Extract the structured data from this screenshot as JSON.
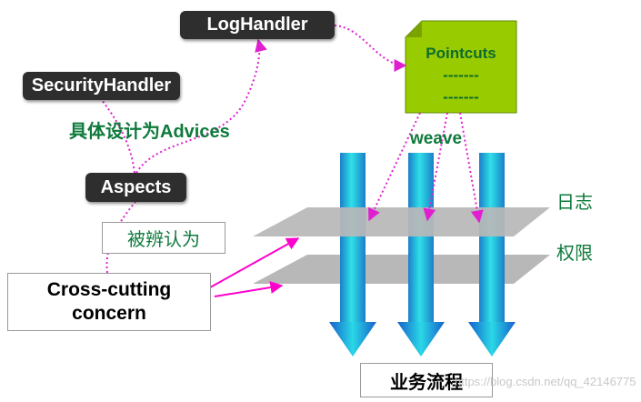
{
  "boxes": {
    "log_handler": "LogHandler",
    "security_handler": "SecurityHandler",
    "aspects": "Aspects",
    "pointcuts_title": "Pointcuts",
    "pointcuts_line1": "-------",
    "pointcuts_line2": "-------",
    "cross_cutting_line1": "Cross-cutting",
    "cross_cutting_line2": "concern",
    "business_flow": "业务流程"
  },
  "labels": {
    "advices": "具体设计为Advices",
    "identified_as": "被辨认为",
    "weave": "weave",
    "log_layer": "日志",
    "permission_layer": "权限"
  },
  "watermark": "https://blog.csdn.net/qq_42146775",
  "colors": {
    "dark_box": "#2e2e2e",
    "pointcuts_fill": "#99cc00",
    "label_green": "#0e7a3c",
    "dotted_connector": "#e020d0",
    "arrow_magenta": "#ff00cc",
    "plane_gray": "#b8b8b8",
    "flow_arrow_cyan": "#22c4d8",
    "flow_arrow_blue": "#1c6fd6"
  }
}
